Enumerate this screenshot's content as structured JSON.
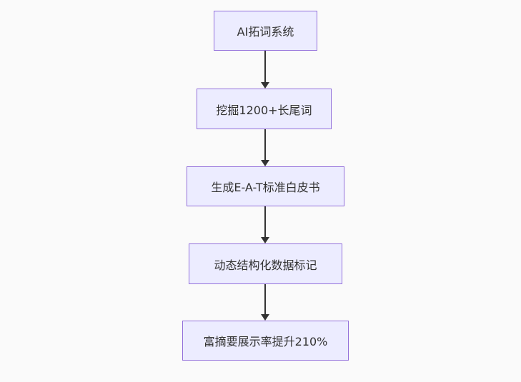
{
  "diagram": {
    "type": "flowchart",
    "direction": "top-down",
    "nodes": [
      {
        "id": "A",
        "label": "AI拓词系统"
      },
      {
        "id": "B",
        "label": "挖掘1200+长尾词"
      },
      {
        "id": "C",
        "label": "生成E-A-T标准白皮书"
      },
      {
        "id": "D",
        "label": "动态结构化数据标记"
      },
      {
        "id": "E",
        "label": "富摘要展示率提升210%"
      }
    ],
    "edges": [
      {
        "from": "AI拓词系统",
        "to": "挖掘1200+长尾词"
      },
      {
        "from": "挖掘1200+长尾词",
        "to": "生成E-A-T标准白皮书"
      },
      {
        "from": "生成E-A-T标准白皮书",
        "to": "动态结构化数据标记"
      },
      {
        "from": "动态结构化数据标记",
        "to": "富摘要展示率提升210%"
      }
    ]
  },
  "colors": {
    "background": "#fafafa",
    "node_fill": "#ececff",
    "node_border": "#9370db",
    "arrow": "#333333",
    "text": "#333333"
  }
}
